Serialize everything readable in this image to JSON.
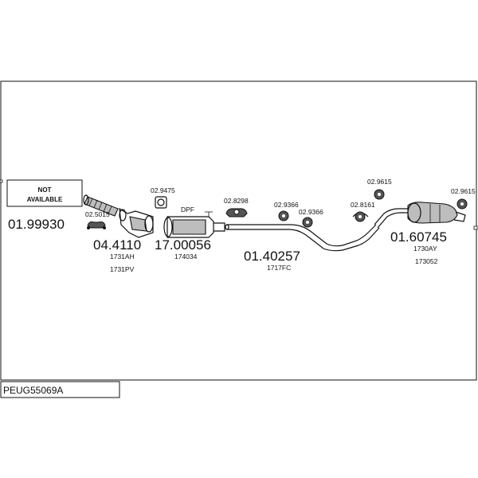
{
  "not_available_label_line1": "NOT",
  "not_available_label_line2": "AVAILABLE",
  "parts": {
    "front_pipe": {
      "number": "01.99930"
    },
    "clamp_a": {
      "ref": "02.5015"
    },
    "catalyst": {
      "number": "04.4110",
      "codes": [
        "1731AH",
        "1731PV"
      ]
    },
    "gasket_a": {
      "ref": "02.9475"
    },
    "dpf_label": "DPF",
    "dpf": {
      "number": "17.00056",
      "codes": [
        "174034"
      ]
    },
    "clamp_b": {
      "ref": "02.8298"
    },
    "ring_a": {
      "ref": "02.9366"
    },
    "ring_b": {
      "ref": "02.9366"
    },
    "middle_pipe": {
      "number": "01.40257",
      "codes": [
        "1717FC"
      ]
    },
    "mount_a": {
      "ref": "02.8161"
    },
    "ring_c": {
      "ref": "02.9615"
    },
    "ring_d": {
      "ref": "02.9615"
    },
    "rear_silencer": {
      "number": "01.60745",
      "codes": [
        "1730AY",
        "173052"
      ]
    }
  },
  "footer_code": "PEUG55069A",
  "colors": {
    "line": "#111111",
    "part_fill": "#bdbdbd",
    "background": "#ffffff"
  }
}
